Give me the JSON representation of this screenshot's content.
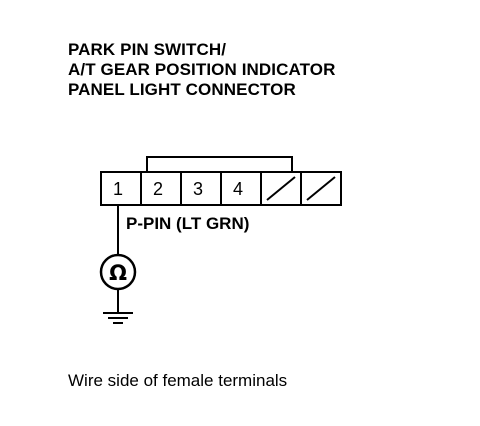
{
  "title": {
    "line1": "PARK PIN SWITCH/",
    "line2": "A/T GEAR POSITION INDICATOR",
    "line3": "PANEL LIGHT CONNECTOR"
  },
  "connector": {
    "terminals": [
      {
        "label": "1",
        "used": true
      },
      {
        "label": "2",
        "used": true
      },
      {
        "label": "3",
        "used": true
      },
      {
        "label": "4",
        "used": true
      },
      {
        "label": "",
        "used": false
      },
      {
        "label": "",
        "used": false
      }
    ]
  },
  "wire": {
    "label": "P-PIN (LT GRN)"
  },
  "meter": {
    "symbol": "Ω",
    "icon": "ohmmeter-icon"
  },
  "ground": {
    "icon": "ground-icon"
  },
  "caption": "Wire side of female terminals"
}
